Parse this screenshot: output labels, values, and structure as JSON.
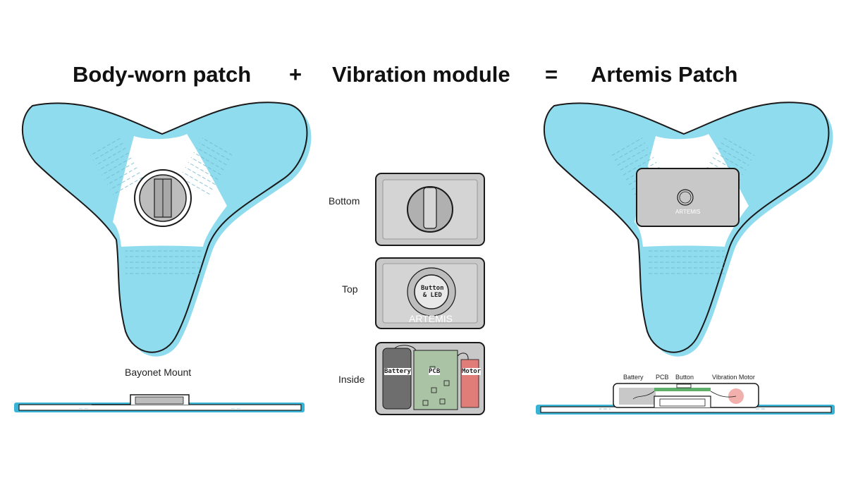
{
  "headings": {
    "body_patch": "Body-worn patch",
    "plus": "+",
    "vibration_module": "Vibration module",
    "equals": "=",
    "artemis_patch": "Artemis Patch"
  },
  "left_panel": {
    "mount_label": "Bayonet Mount"
  },
  "module_views": {
    "bottom_label": "Bottom",
    "top_label": "Top",
    "inside_label": "Inside",
    "button_led_line1": "Button",
    "button_led_line2": "& LED",
    "top_brand": "ARTEMIS",
    "battery": "Battery",
    "pcb": "PCB",
    "motor": "Motor"
  },
  "right_panel": {
    "module_brand": "ARTEMIS",
    "cross_section": {
      "battery": "Battery",
      "pcb": "PCB",
      "button": "Button",
      "vibration_motor": "Vibration Motor"
    }
  },
  "colors": {
    "patch_blue": "#8fdcef",
    "outline_blue": "#37b4d6",
    "module_gray": "#c8c8c8",
    "pcb_green": "#a9c3a4",
    "motor_red": "#e07d78",
    "battery_dark": "#6e6e6e"
  }
}
